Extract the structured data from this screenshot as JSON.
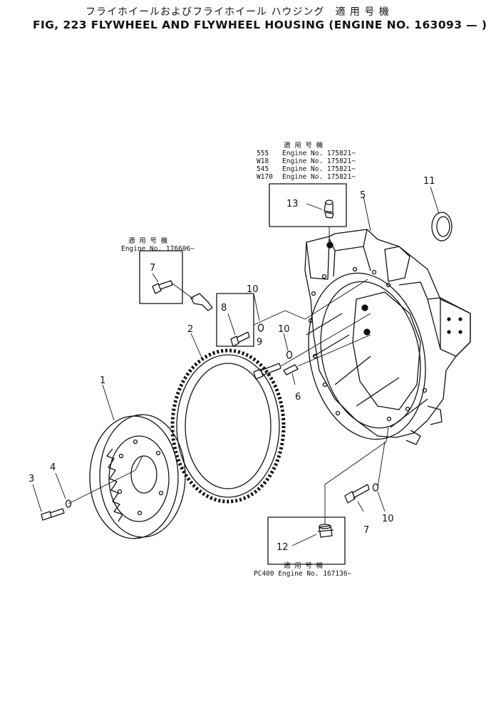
{
  "header": {
    "title_jp": "フライホイールおよびフライホイール ハウジング　適 用 号 機",
    "title_en": "FIG, 223  FLYWHEEL AND FLYWHEEL HOUSING (ENGINE NO. 163093 —  )"
  },
  "box_top": {
    "heading": "適 用 号 機",
    "rows": [
      {
        "model": "555",
        "engine": "Engine No. 175821~"
      },
      {
        "model": "W18",
        "engine": "Engine No. 175821~"
      },
      {
        "model": "545",
        "engine": "Engine No. 175821~"
      },
      {
        "model": "W170",
        "engine": "Engine No. 175821~"
      }
    ]
  },
  "box_left": {
    "heading": "適 用 号 機",
    "engine": "Engine No. 176606~"
  },
  "box_bottom": {
    "heading": "適 用 号 機",
    "text": "PC400 Engine No. 167136~"
  },
  "parts": {
    "p1": "1",
    "p2": "2",
    "p3": "3",
    "p4": "4",
    "p5": "5",
    "p6": "6",
    "p7a": "7",
    "p7b": "7",
    "p8": "8",
    "p9": "9",
    "p10a": "10",
    "p10b": "10",
    "p10c": "10",
    "p11": "11",
    "p12": "12",
    "p13": "13"
  }
}
